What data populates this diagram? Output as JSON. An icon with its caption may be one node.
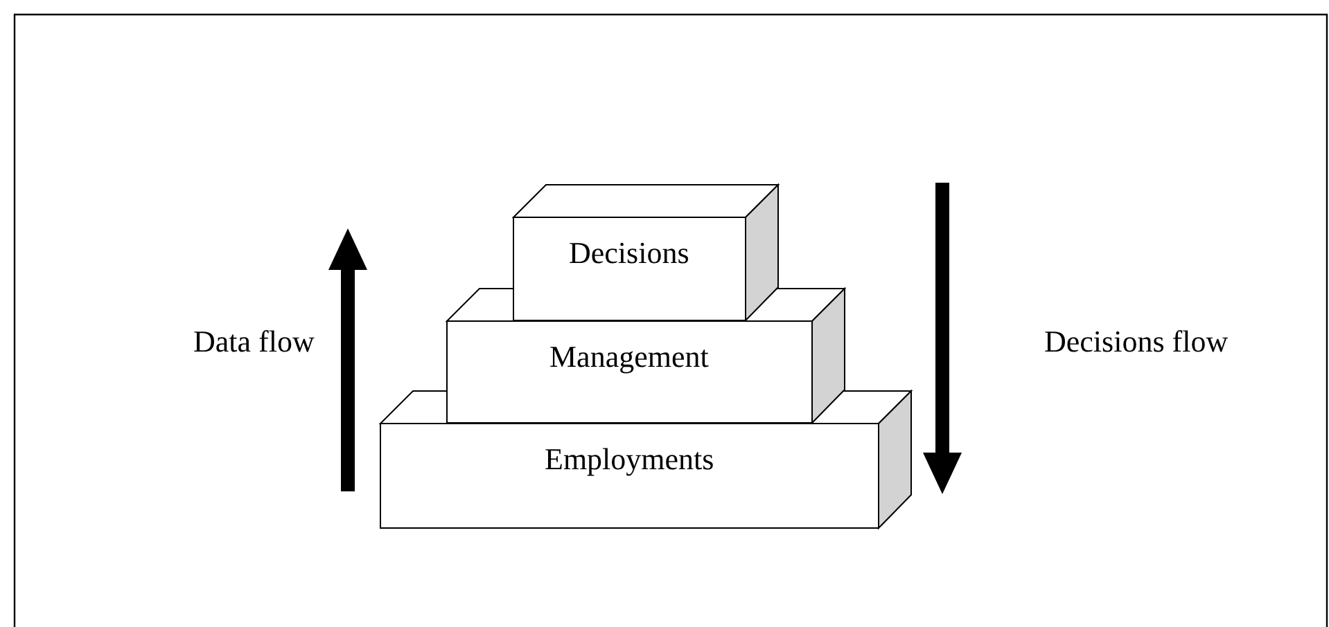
{
  "diagram": {
    "nodes": [
      {
        "text": [
          "Decisions"
        ]
      },
      {
        "text": [
          "Management"
        ]
      },
      {
        "text": [
          "Employments"
        ]
      }
    ],
    "labels": [
      "Data flow",
      "Decisions flow"
    ]
  }
}
